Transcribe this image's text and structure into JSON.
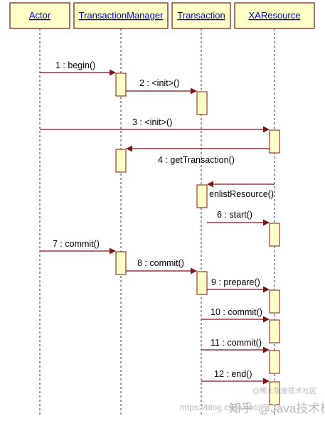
{
  "lifelines": [
    {
      "id": "actor",
      "name": "Actor"
    },
    {
      "id": "tm",
      "name": "TransactionManager"
    },
    {
      "id": "tx",
      "name": "Transaction"
    },
    {
      "id": "xa",
      "name": "XAResource"
    }
  ],
  "messages": [
    {
      "label": "1 : begin()"
    },
    {
      "label": "2 : <init>()"
    },
    {
      "label": "3 : <init>()"
    },
    {
      "label": "4 : getTransaction()"
    },
    {
      "label": "enlistResource()"
    },
    {
      "label": "6 : start()"
    },
    {
      "label": "7 : commit()"
    },
    {
      "label": "8 : commit()"
    },
    {
      "label": "9 : prepare()"
    },
    {
      "label": "10 : commit()"
    },
    {
      "label": "11 : commit()"
    },
    {
      "label": "12 : end()"
    }
  ],
  "watermarks": {
    "url": "https://blog.csdn.net/",
    "site": "知乎",
    "author": "@Java技术栈",
    "community": "@稀土掘金技术社区"
  }
}
